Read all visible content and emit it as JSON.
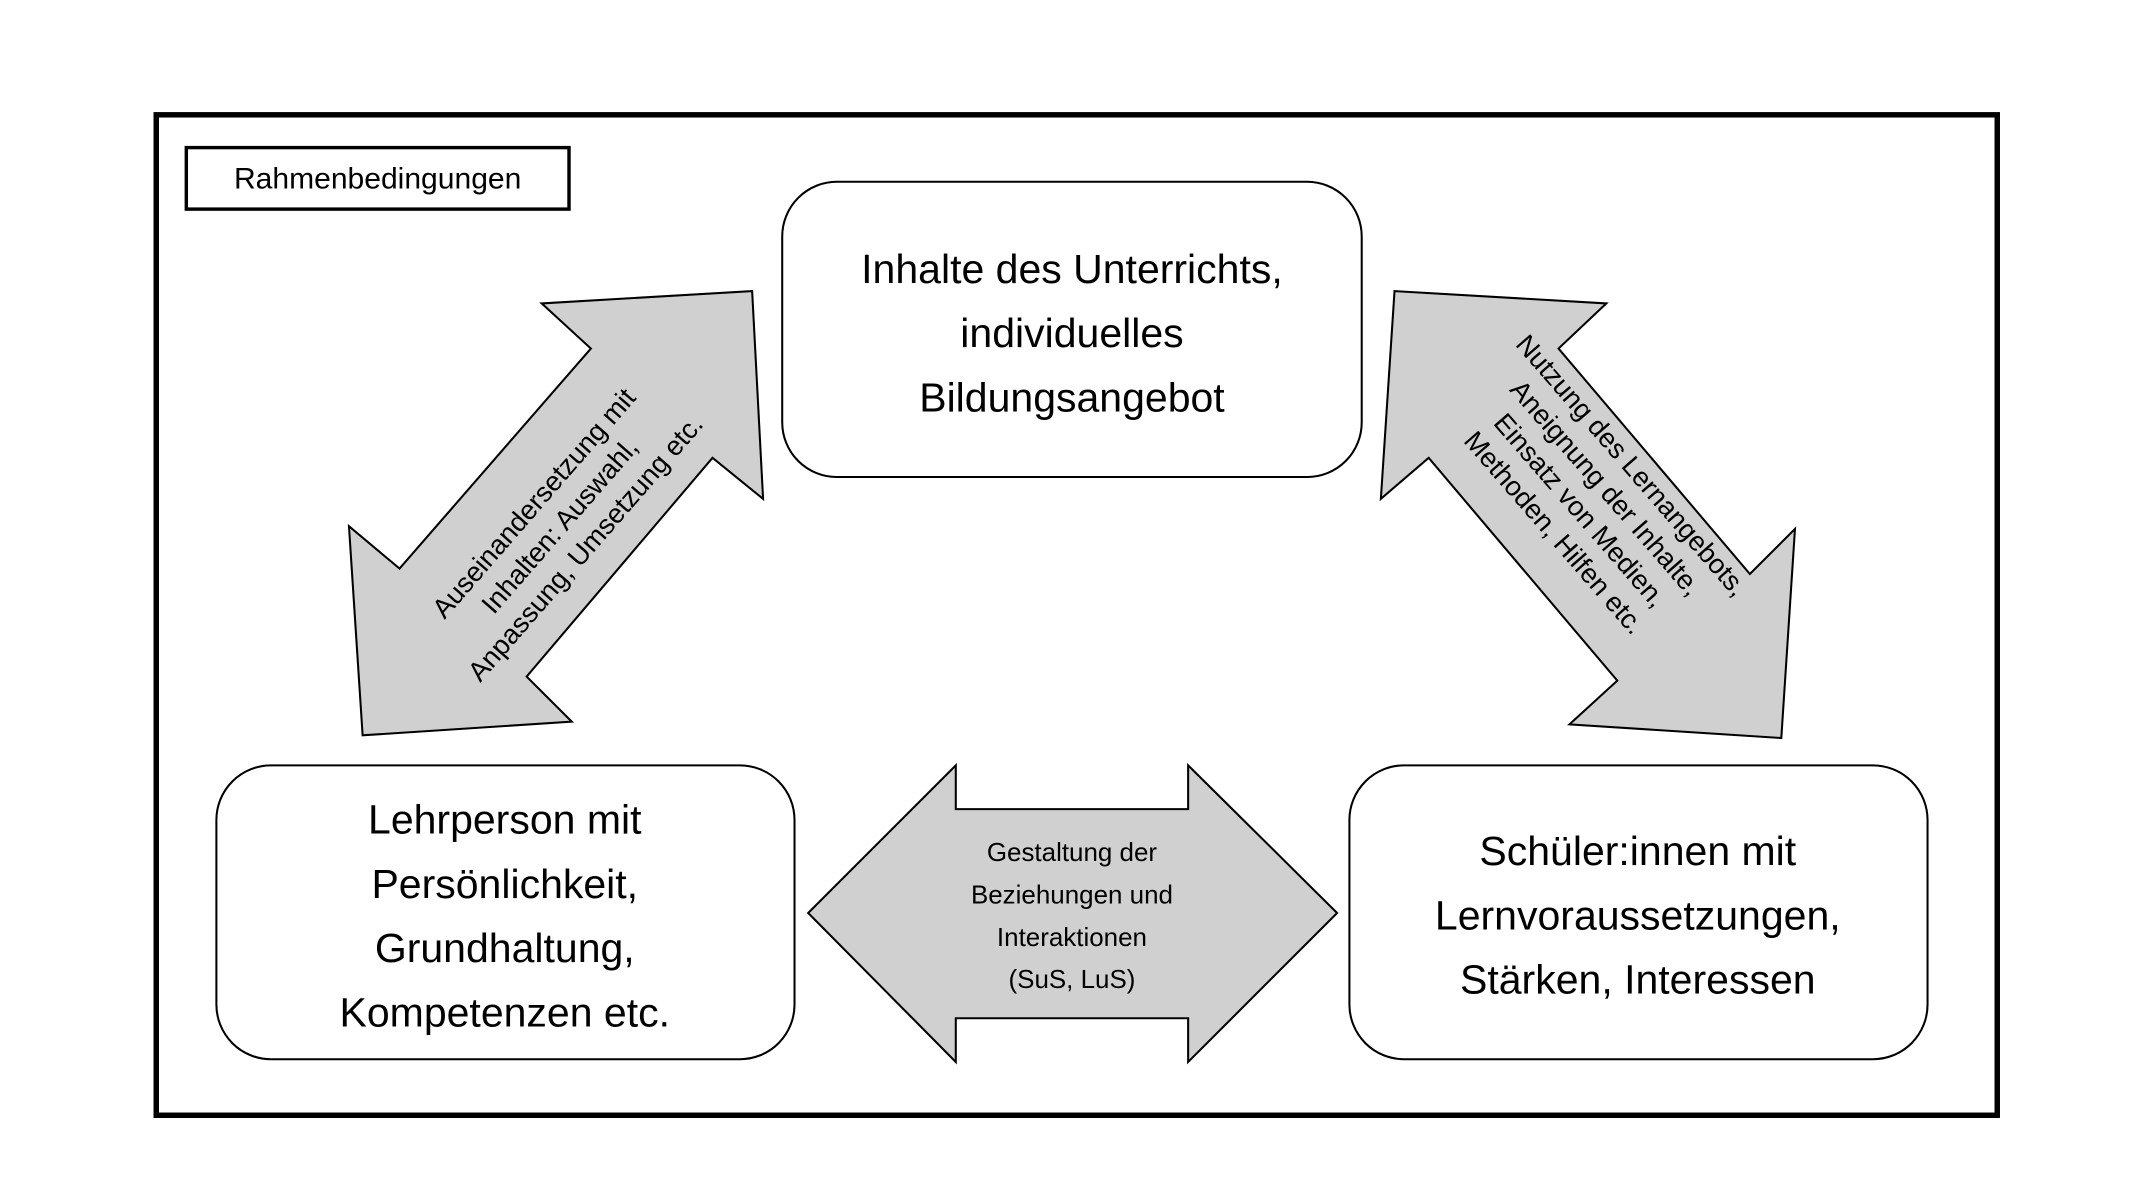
{
  "frame_label": "Rahmenbedingungen",
  "boxes": {
    "top": [
      "Inhalte des Unterrichts,",
      "individuelles",
      "Bildungsangebot"
    ],
    "left": [
      "Lehrperson mit",
      "Persönlichkeit,",
      "Grundhaltung,",
      "Kompetenzen etc."
    ],
    "right": [
      "Schüler:innen mit",
      "Lernvoraussetzungen,",
      "Stärken, Interessen"
    ]
  },
  "arrows": {
    "left": [
      "Auseinandersetzung mit",
      "Inhalten: Auswahl,",
      "Anpassung, Umsetzung etc."
    ],
    "right": [
      "Nutzung des Lernangebots,",
      "Aneignung der Inhalte,",
      "Einsatz von Medien,",
      "Methoden, Hilfen etc."
    ],
    "center": [
      "Gestaltung der",
      "Beziehungen und",
      "Interaktionen",
      "(SuS, LuS)"
    ]
  },
  "colors": {
    "arrow_fill": "#d0d0d0",
    "stroke": "#000000"
  }
}
